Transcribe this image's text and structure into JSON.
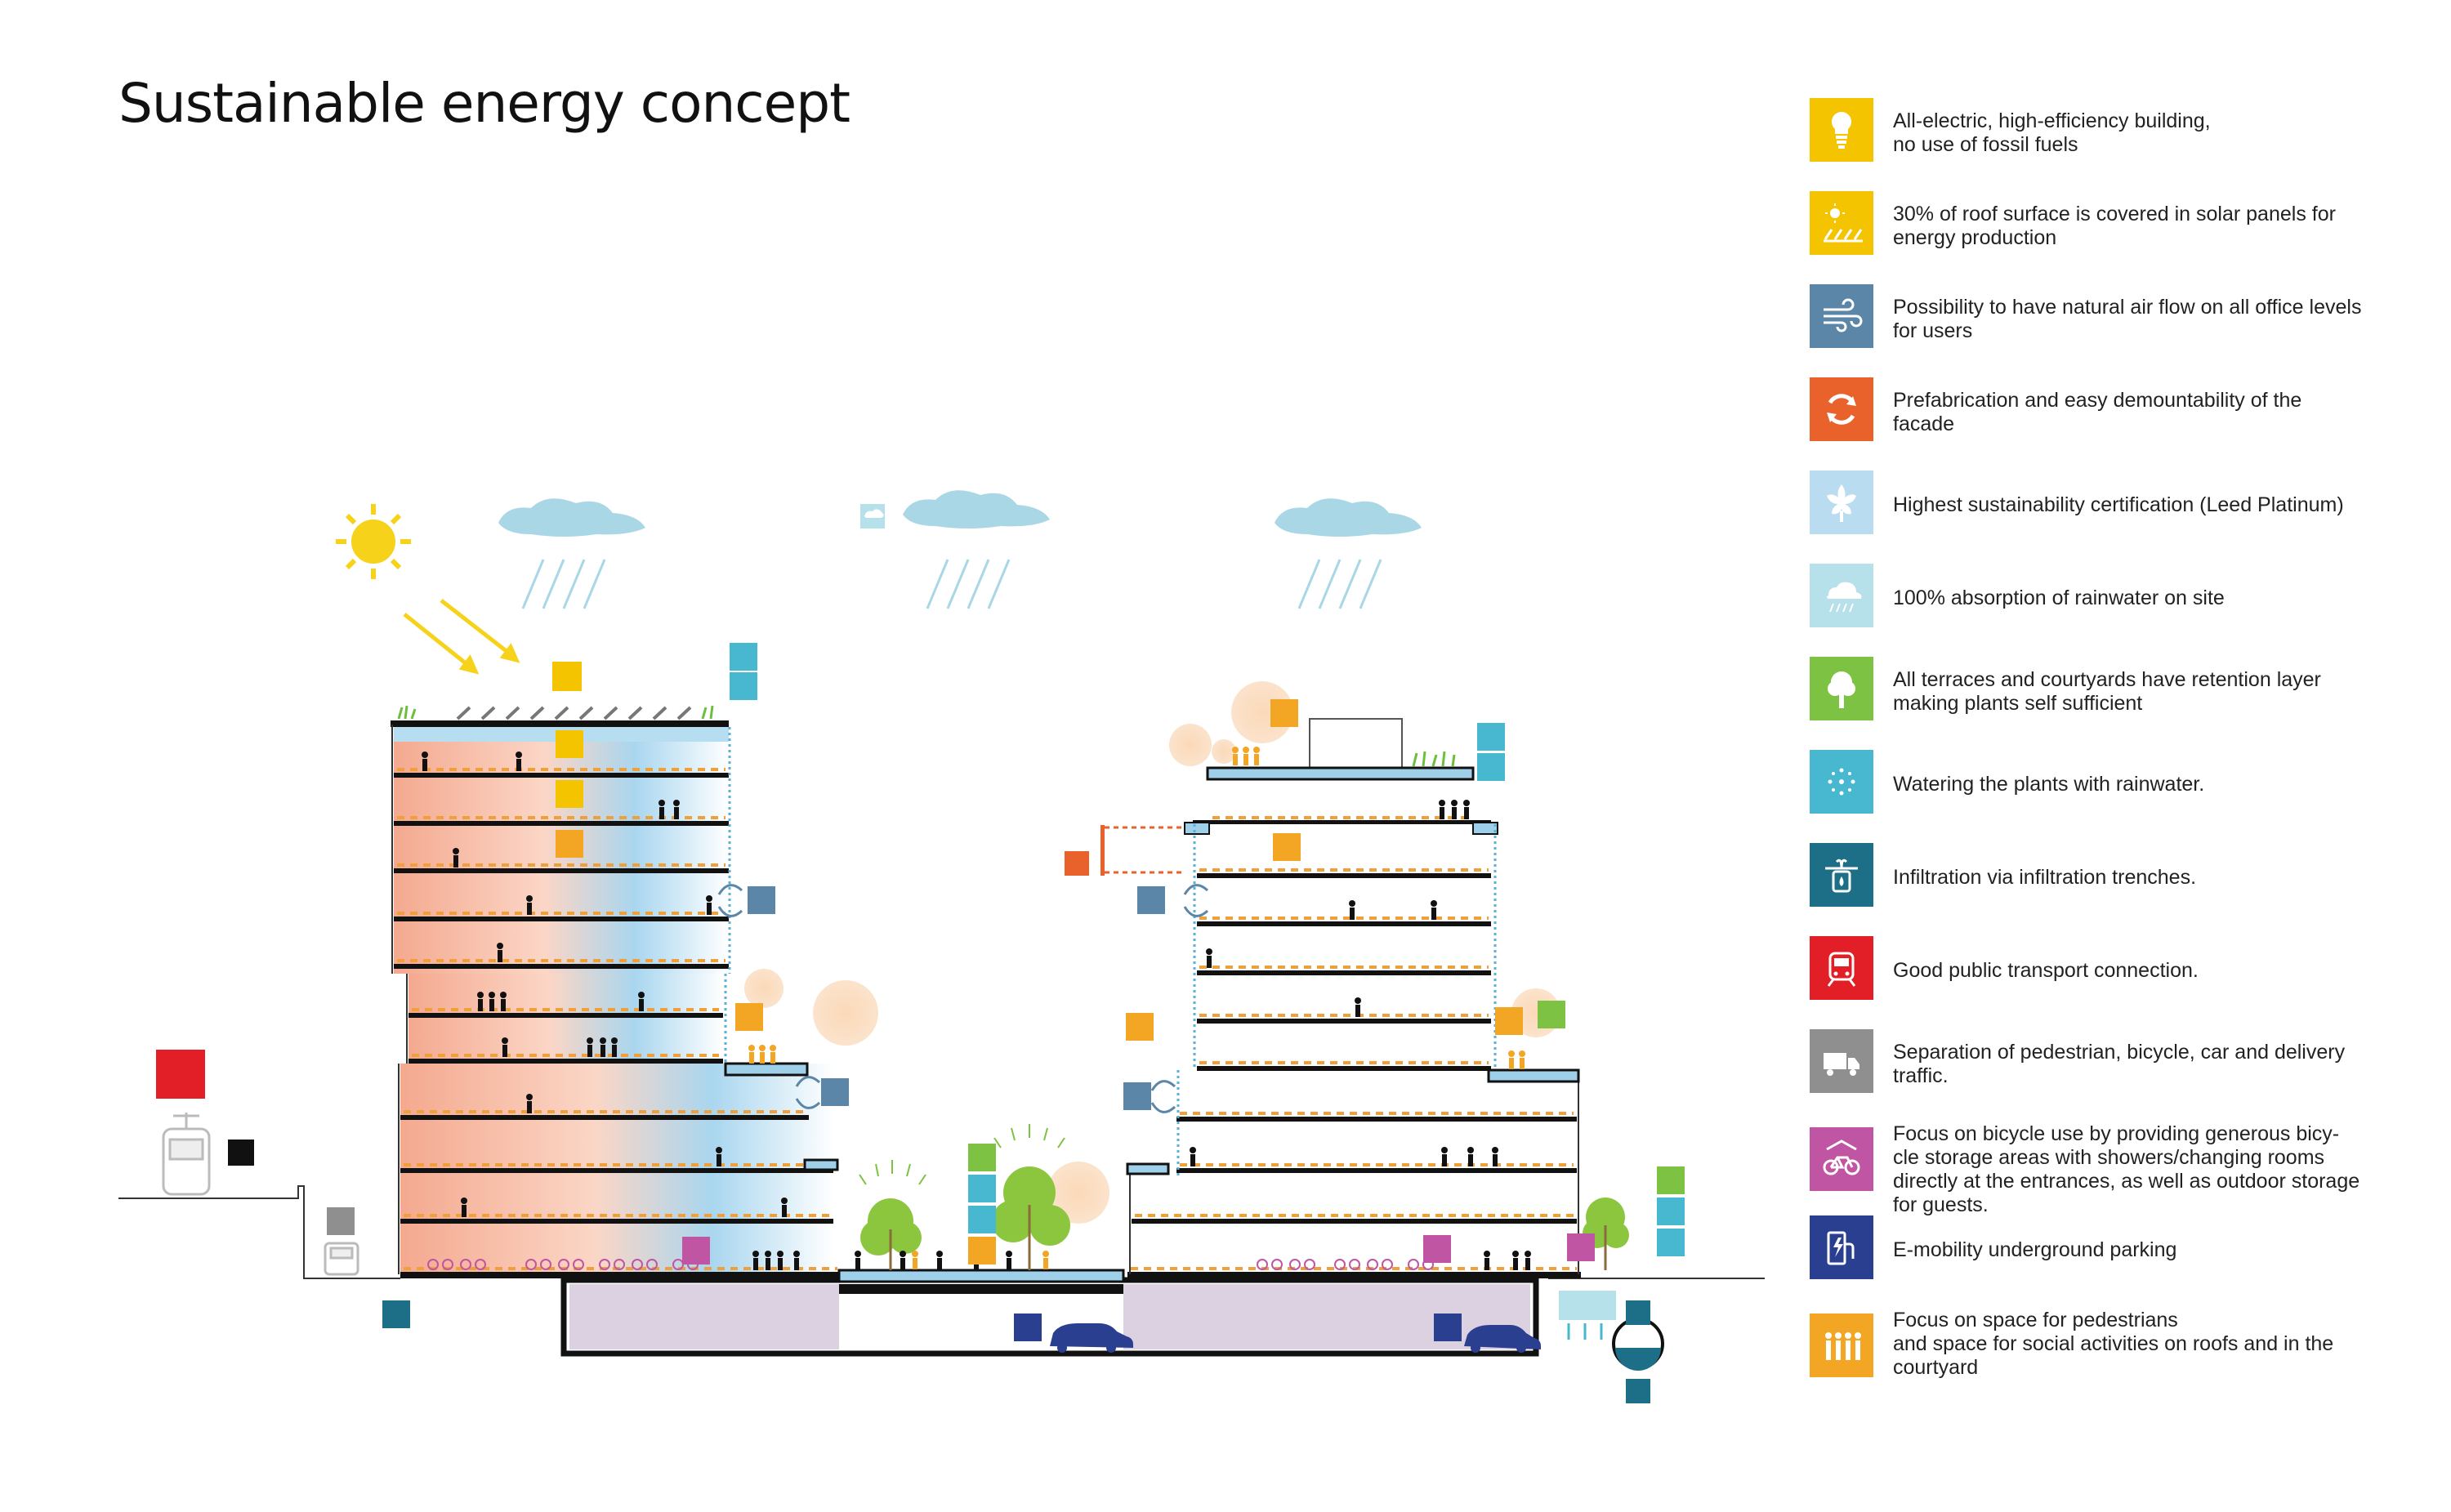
{
  "title": "Sustainable energy concept",
  "colors": {
    "yellow": "#f5c400",
    "blue_grey": "#5b86a8",
    "orange_red": "#e9622b",
    "light_blue": "#9fd0ea",
    "pale_cyan": "#b6e0ea",
    "green": "#7dc243",
    "cyan": "#47b8cf",
    "teal": "#1c6f86",
    "red": "#e21e26",
    "grey": "#8f8f8f",
    "magenta": "#c056a3",
    "navy": "#2a3f8f",
    "amber": "#f3a524"
  },
  "legend": [
    {
      "icon": "lightbulb-icon",
      "color": "#f5c400",
      "text": "All-electric, high-efficiency building,\nno use of fossil fuels"
    },
    {
      "icon": "solar-panel-icon",
      "color": "#f5c400",
      "text": "30% of roof surface is covered in solar panels for\nenergy production"
    },
    {
      "icon": "wind-icon",
      "color": "#5b86a8",
      "text": "Possibility to have natural air flow on all office levels\nfor users"
    },
    {
      "icon": "recycle-icon",
      "color": "#e9622b",
      "text": "Prefabrication and easy demountability of the\nfacade"
    },
    {
      "icon": "leaf-icon",
      "color": "#b9dcf0",
      "text": "Highest sustainability certification (Leed Platinum)"
    },
    {
      "icon": "rain-cloud-icon",
      "color": "#b6e0ea",
      "text": "100% absorption of rainwater on site"
    },
    {
      "icon": "tree-icon",
      "color": "#7dc243",
      "text": "All terraces and courtyards have retention layer\nmaking plants self sufficient"
    },
    {
      "icon": "sprinkler-icon",
      "color": "#47b8cf",
      "text": "Watering the plants with rainwater."
    },
    {
      "icon": "infiltration-icon",
      "color": "#1c6f86",
      "text": "Infiltration via infiltration trenches."
    },
    {
      "icon": "train-icon",
      "color": "#e21e26",
      "text": "Good public transport connection."
    },
    {
      "icon": "truck-icon",
      "color": "#8f8f8f",
      "text": "Separation of pedestrian, bicycle, car and delivery\ntraffic."
    },
    {
      "icon": "bicycle-icon",
      "color": "#c056a3",
      "text": "Focus on bicycle use by providing generous bicy-\ncle storage areas with showers/changing rooms\ndirectly at the entrances, as well as outdoor storage\nfor guests."
    },
    {
      "icon": "ev-charger-icon",
      "color": "#2a3f8f",
      "text": "E-mobility underground parking"
    },
    {
      "icon": "people-icon",
      "color": "#f3a524",
      "text": "Focus on space for pedestrians\nand space for social activities on roofs and in the\ncourtyard"
    }
  ]
}
